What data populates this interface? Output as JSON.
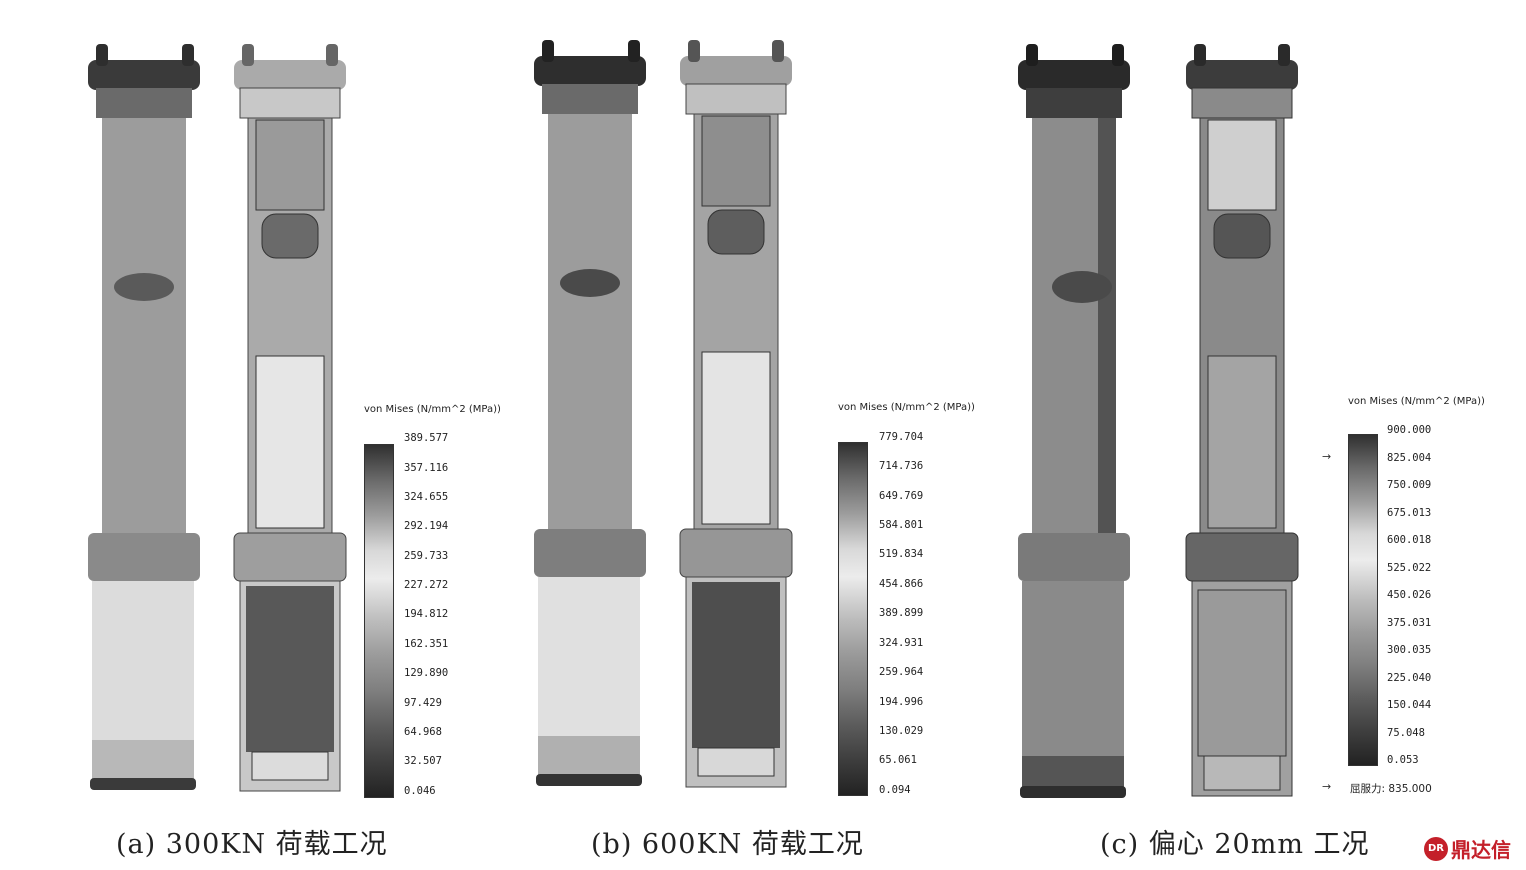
{
  "panels": [
    {
      "legend_title": "von Mises (N/mm^2 (MPa))",
      "ticks": [
        "389.577",
        "357.116",
        "324.655",
        "292.194",
        "259.733",
        "227.272",
        "194.812",
        "162.351",
        "129.890",
        "97.429",
        "64.968",
        "32.507",
        "0.046"
      ],
      "caption": "(a)  300KN 荷载工况"
    },
    {
      "legend_title": "von Mises (N/mm^2 (MPa))",
      "ticks": [
        "779.704",
        "714.736",
        "649.769",
        "584.801",
        "519.834",
        "454.866",
        "389.899",
        "324.931",
        "259.964",
        "194.996",
        "130.029",
        "65.061",
        "0.094"
      ],
      "caption": "(b)  600KN 荷载工况"
    },
    {
      "legend_title": "von Mises (N/mm^2 (MPa))",
      "ticks": [
        "900.000",
        "825.004",
        "750.009",
        "675.013",
        "600.018",
        "525.022",
        "450.026",
        "375.031",
        "300.035",
        "225.040",
        "150.044",
        "75.048",
        "0.053"
      ],
      "caption": "(c)  偏心 20mm 工况",
      "yield_label": "屈服力: 835.000"
    }
  ],
  "logo": {
    "icon_text": "DR",
    "text": "鼎达信"
  },
  "colors": {
    "logo_red": "#c4202a"
  }
}
